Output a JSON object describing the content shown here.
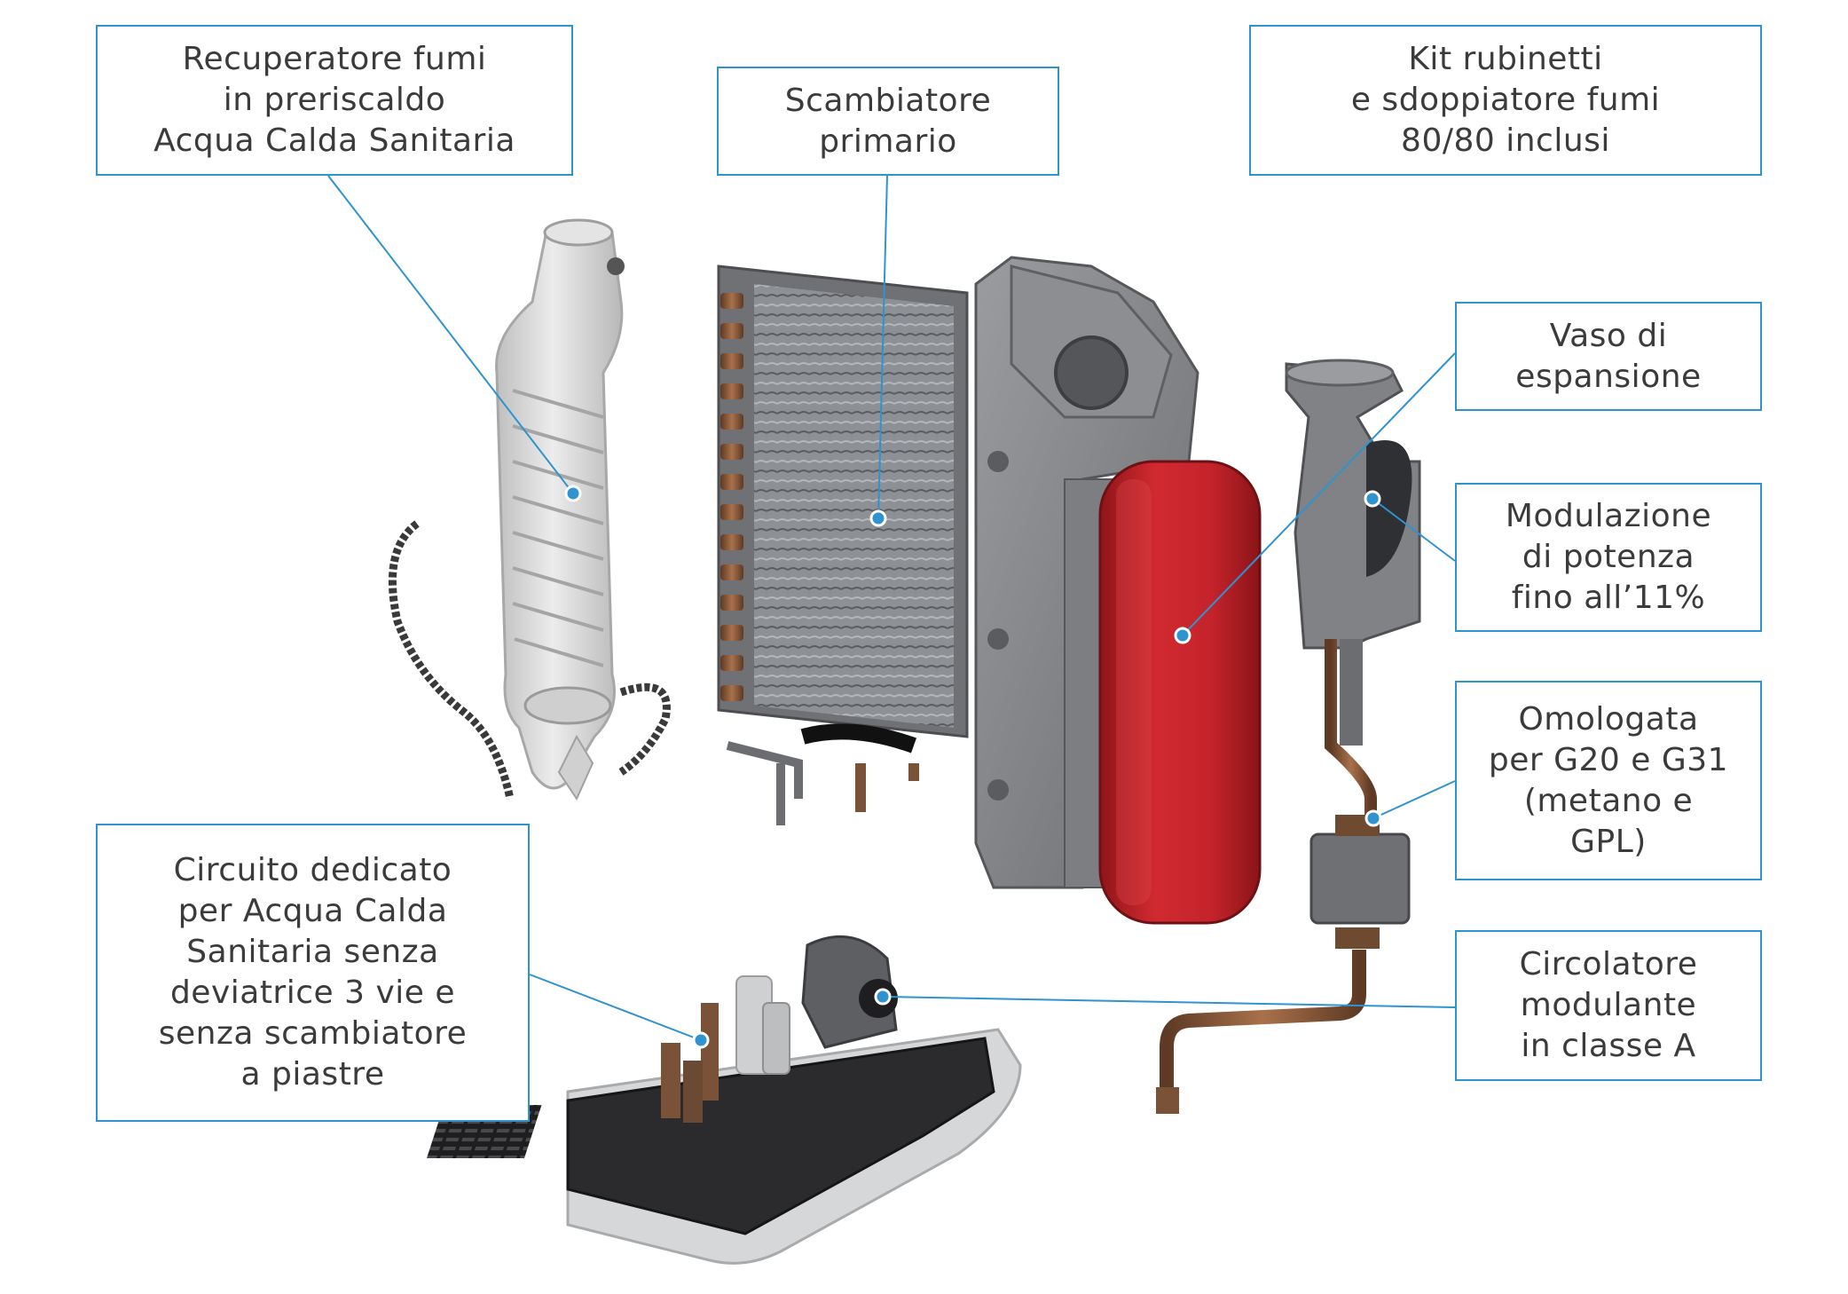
{
  "accent_color": "#2f93cf",
  "callouts": {
    "recuperatore": {
      "lines": [
        "Recuperatore fumi",
        "in preriscaldo",
        "Acqua Calda Sanitaria"
      ],
      "icon": "smoke-recovery-unit"
    },
    "scambiatore": {
      "lines": [
        "Scambiatore",
        "primario"
      ],
      "icon": "primary-heat-exchanger"
    },
    "kit": {
      "lines": [
        "Kit rubinetti",
        "e sdoppiatore fumi",
        "80/80 inclusi"
      ],
      "icon": "valve-kit"
    },
    "vaso": {
      "lines": [
        "Vaso di",
        "espansione"
      ],
      "icon": "expansion-vessel"
    },
    "modulazione": {
      "lines": [
        "Modulazione",
        "di potenza",
        "fino all’11%"
      ],
      "icon": "burner-fan"
    },
    "omologata": {
      "lines": [
        "Omologata",
        "per G20 e G31",
        "(metano e",
        "GPL)"
      ],
      "icon": "gas-valve"
    },
    "circolatore": {
      "lines": [
        "Circolatore",
        "modulante",
        "in classe A"
      ],
      "icon": "circulator-pump"
    },
    "circuito": {
      "lines": [
        "Circuito dedicato",
        "per Acqua Calda",
        "Sanitaria senza",
        "deviatrice 3 vie e",
        "senza scambiatore",
        "a piastre"
      ],
      "icon": "hydraulic-group"
    }
  },
  "component_colors": {
    "expansion_vessel": "#c4232b",
    "housing_grey": "#7d7f82",
    "copper": "#8a5a3c",
    "recuperator_white": "#d9d9d9",
    "base_black": "#2b2b2d"
  }
}
